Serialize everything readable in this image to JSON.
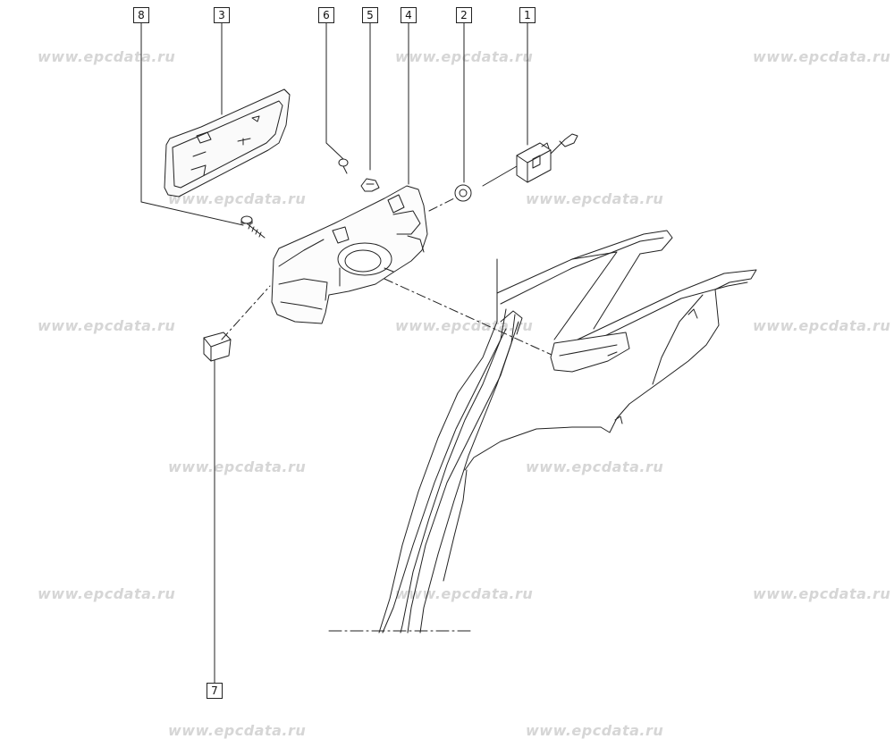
{
  "watermark_text": "www.epcdata.ru",
  "callouts": [
    {
      "id": "8",
      "label": "8"
    },
    {
      "id": "3",
      "label": "3"
    },
    {
      "id": "6",
      "label": "6"
    },
    {
      "id": "5",
      "label": "5"
    },
    {
      "id": "4",
      "label": "4"
    },
    {
      "id": "2",
      "label": "2"
    },
    {
      "id": "1",
      "label": "1"
    },
    {
      "id": "7",
      "label": "7"
    }
  ]
}
